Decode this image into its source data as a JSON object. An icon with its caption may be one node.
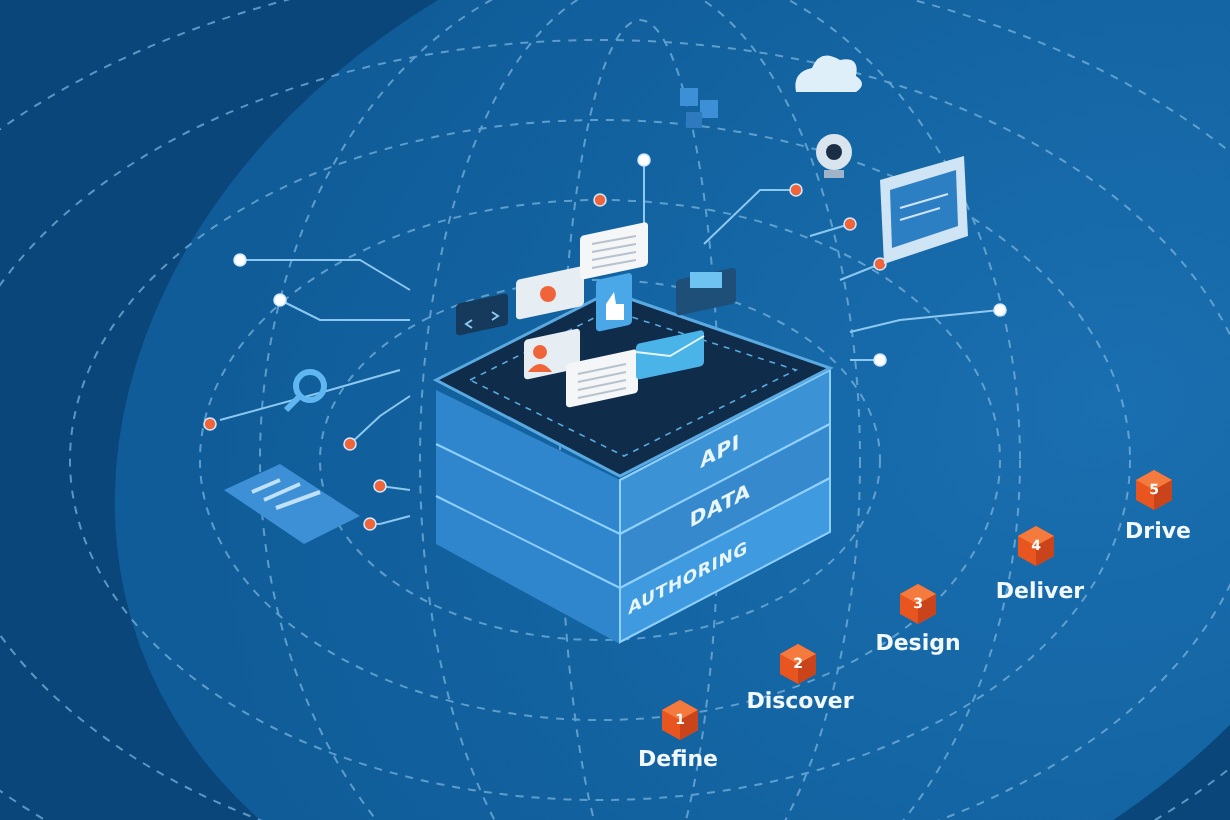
{
  "diagram": {
    "nodes": [
      {
        "text": [
          "API"
        ]
      },
      {
        "text": [
          "DATA"
        ]
      },
      {
        "text": [
          "AUTHORING"
        ]
      },
      {
        "text": [
          "1"
        ],
        "beside": [
          "Define"
        ]
      },
      {
        "text": [
          "2"
        ],
        "beside": [
          "Discover"
        ]
      },
      {
        "text": [
          "3"
        ],
        "beside": [
          "Design"
        ]
      },
      {
        "text": [
          "4"
        ],
        "beside": [
          "Deliver"
        ]
      },
      {
        "text": [
          "5"
        ],
        "beside": [
          "Drive"
        ]
      }
    ]
  }
}
